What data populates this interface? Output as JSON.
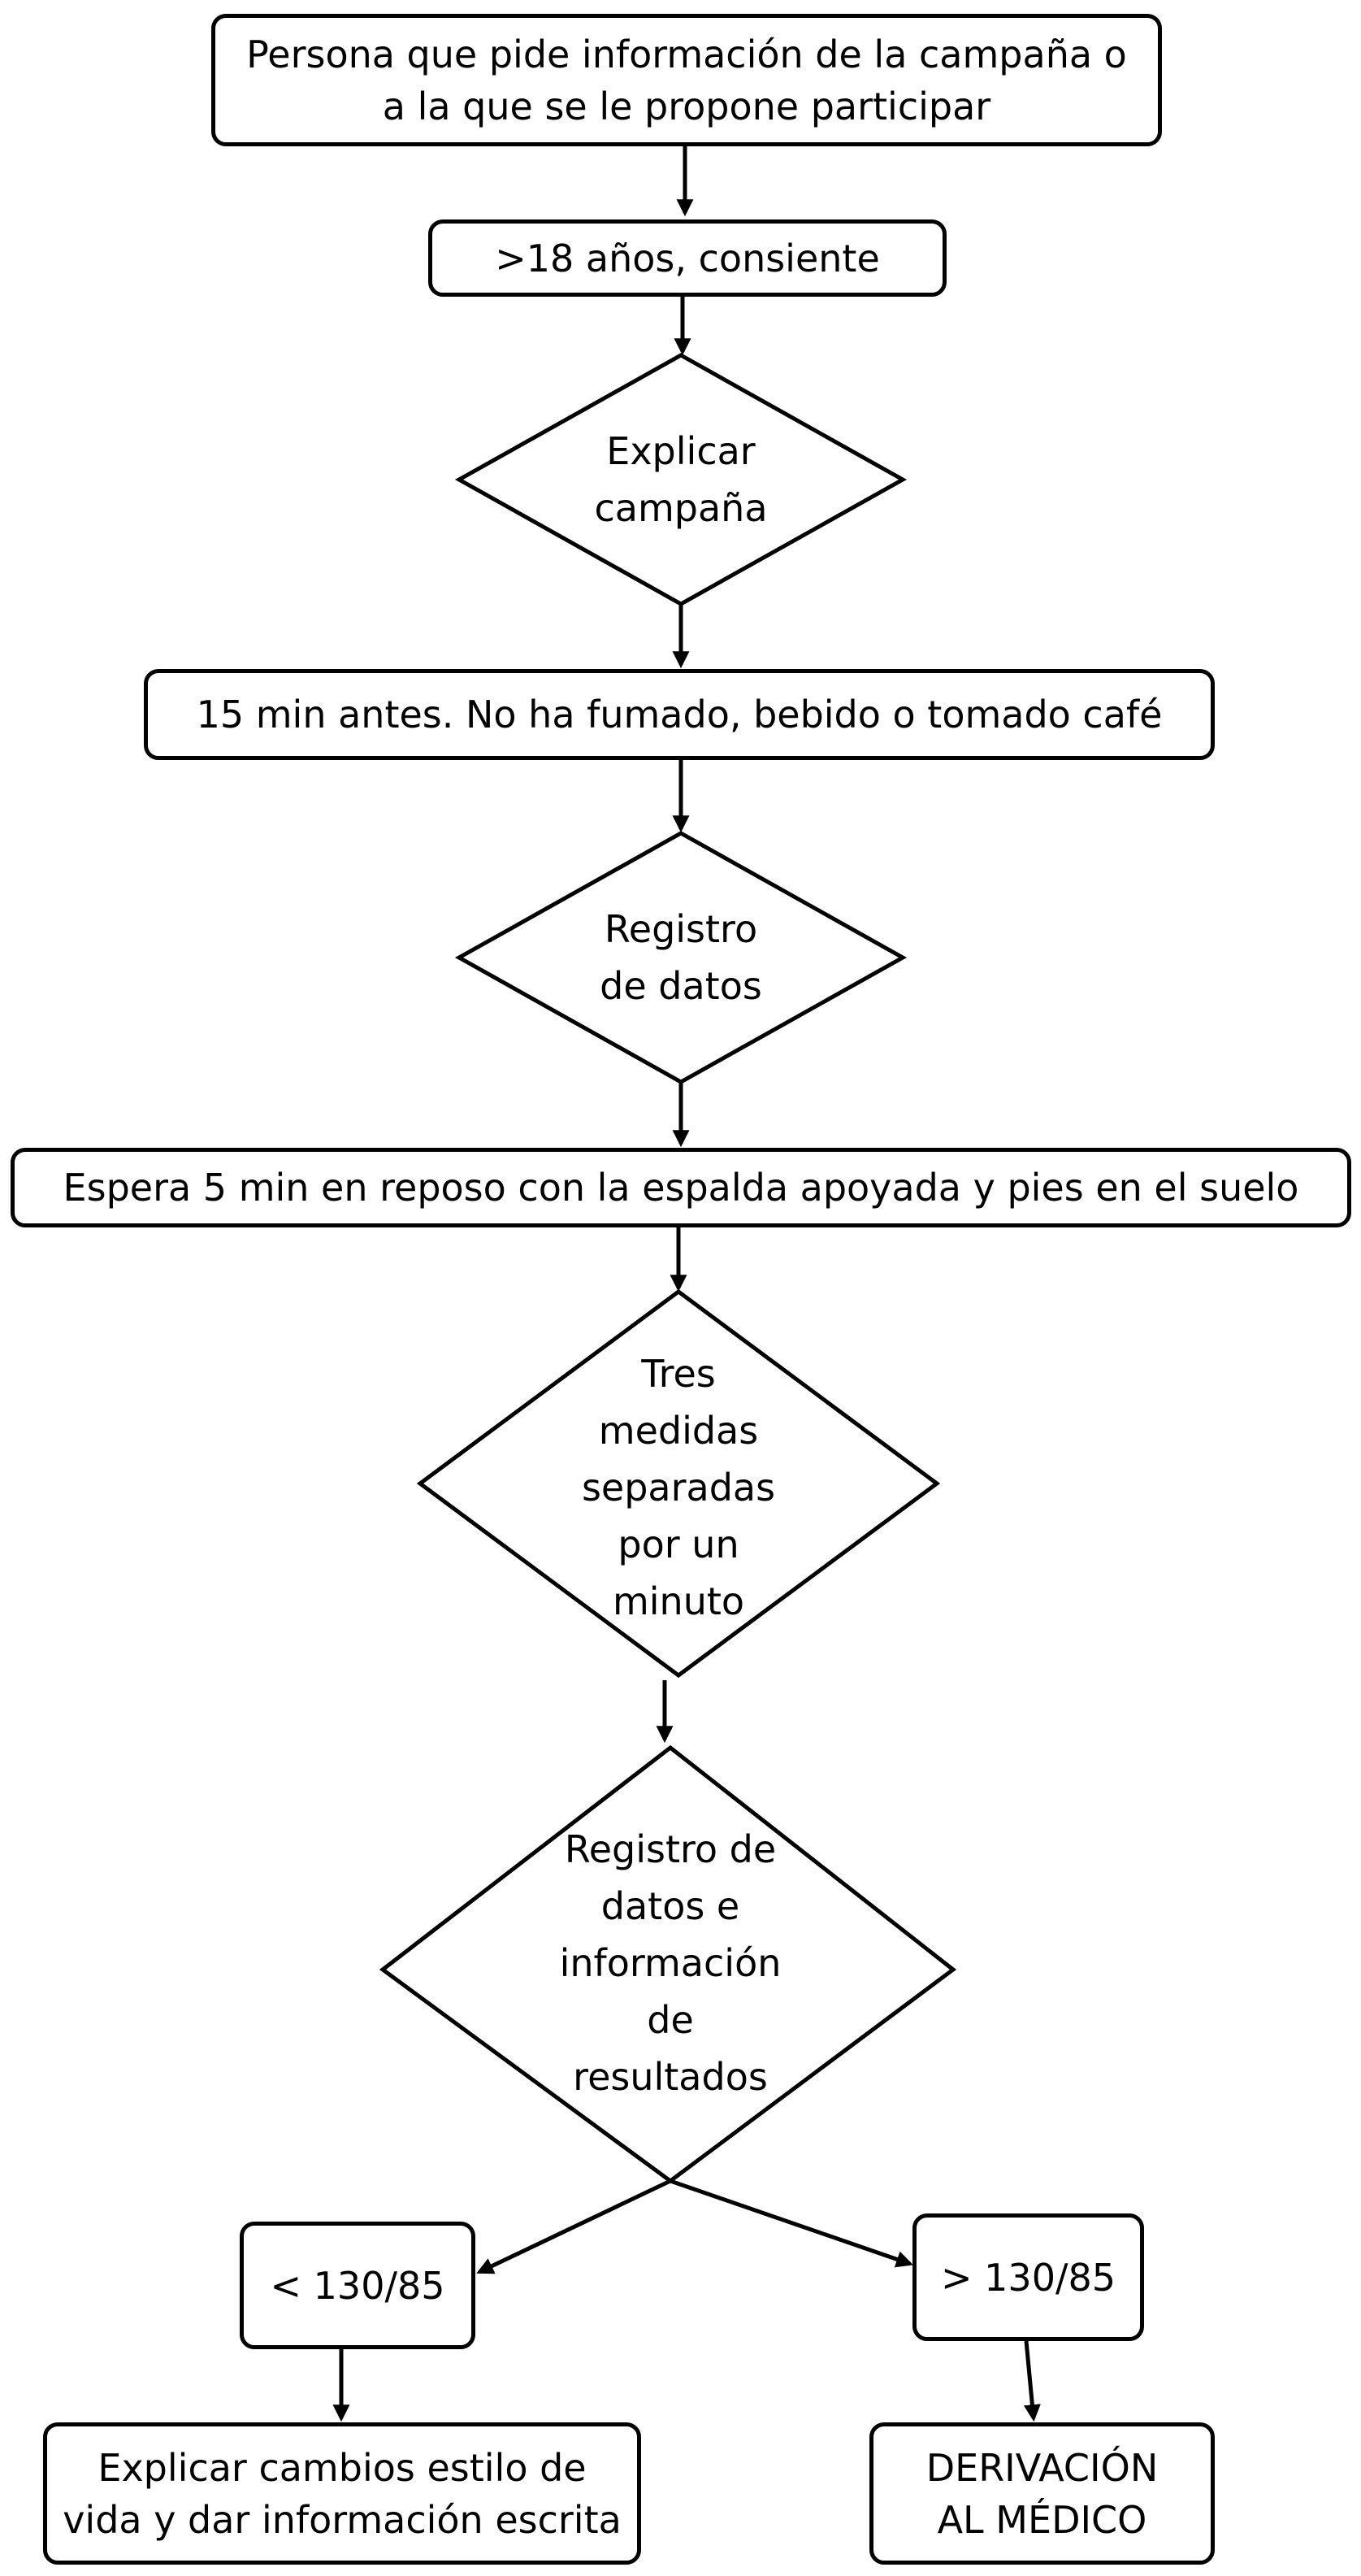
{
  "nodes": {
    "start": {
      "lines": [
        "Persona que pide información de la campaña o",
        "a la que se le propone participar"
      ]
    },
    "age": {
      "lines": [
        ">18 años, consiente"
      ]
    },
    "explain": {
      "lines": [
        "Explicar",
        "campaña"
      ]
    },
    "prep": {
      "lines": [
        "15 min antes. No ha fumado, bebido o tomado café"
      ]
    },
    "register1": {
      "lines": [
        "Registro",
        "de datos"
      ]
    },
    "rest": {
      "lines": [
        "Espera 5 min en reposo con la espalda apoyada y pies en el suelo"
      ]
    },
    "measures": {
      "lines": [
        "Tres",
        "medidas",
        "separadas",
        "por un",
        "minuto"
      ]
    },
    "register2": {
      "lines": [
        "Registro de",
        "datos e",
        "información",
        "de",
        "resultados"
      ]
    },
    "low": {
      "lines": [
        "< 130/85"
      ]
    },
    "high": {
      "lines": [
        "> 130/85"
      ]
    },
    "lifestyle": {
      "lines": [
        "Explicar cambios estilo de",
        "vida y dar información escrita"
      ]
    },
    "referral": {
      "lines": [
        "DERIVACIÓN",
        "AL MÉDICO"
      ]
    }
  }
}
